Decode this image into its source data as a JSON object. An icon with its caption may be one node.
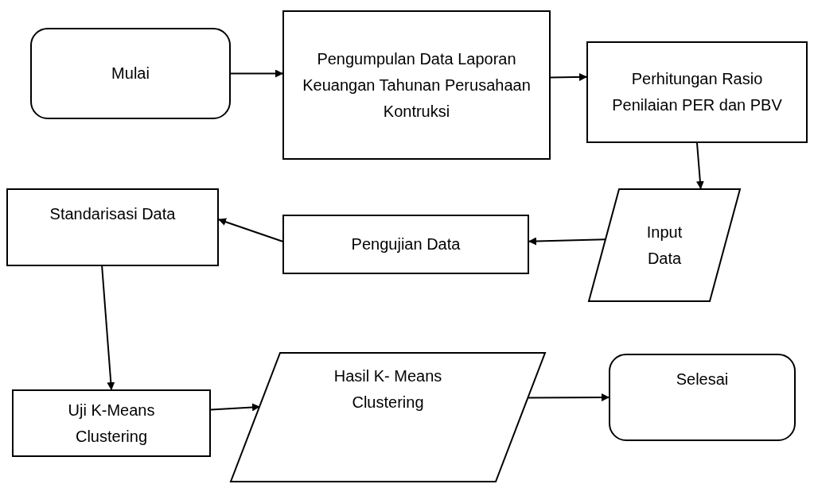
{
  "diagram": {
    "nodes": [
      {
        "text": [
          "Mulai"
        ]
      },
      {
        "text": [
          "Pengumpulan Data Laporan Keuangan Tahunan Perusahaan Kontruksi"
        ]
      },
      {
        "text": [
          "Perhitungan Rasio Penilaian PER dan PBV"
        ]
      },
      {
        "text": [
          "Input Data"
        ]
      },
      {
        "text": [
          "Pengujian Data"
        ]
      },
      {
        "text": [
          "Standarisasi Data"
        ]
      },
      {
        "text": [
          "Uji K-Means Clustering"
        ]
      },
      {
        "text": [
          "Hasil K- Means Clustering"
        ]
      },
      {
        "text": [
          "Selesai"
        ]
      }
    ],
    "edges": [
      {
        "from": 0,
        "to": 1,
        "arrow": "to"
      },
      {
        "from": 1,
        "to": 2,
        "arrow": "to"
      },
      {
        "from": 2,
        "to": 3,
        "arrow": "to"
      },
      {
        "from": 3,
        "to": 4,
        "arrow": "to"
      },
      {
        "from": 4,
        "to": 5,
        "arrow": "to"
      },
      {
        "from": 5,
        "to": 6,
        "arrow": "to"
      },
      {
        "from": 6,
        "to": 7,
        "arrow": "to"
      },
      {
        "from": 7,
        "to": 8,
        "arrow": "to"
      }
    ]
  }
}
